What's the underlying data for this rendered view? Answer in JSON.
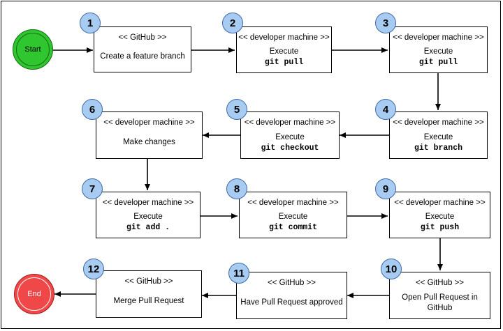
{
  "start": {
    "label": "Start",
    "color": "#2fc62f"
  },
  "end": {
    "label": "End",
    "color": "#f04848"
  },
  "badge_color": "#a8cbf2",
  "steps": [
    {
      "num": "1",
      "stereo": "<< GitHub >>",
      "action": "Create a feature branch",
      "command": ""
    },
    {
      "num": "2",
      "stereo": "<< developer machine >>",
      "action": "Execute",
      "command": "git pull"
    },
    {
      "num": "3",
      "stereo": "<< developer machine >>",
      "action": "Execute",
      "command": "git pull"
    },
    {
      "num": "4",
      "stereo": "<< developer machine >>",
      "action": "Execute",
      "command": "git branch"
    },
    {
      "num": "5",
      "stereo": "<< developer machine >>",
      "action": "Execute",
      "command": "git checkout"
    },
    {
      "num": "6",
      "stereo": "<< developer machine >>",
      "action": "Make changes",
      "command": ""
    },
    {
      "num": "7",
      "stereo": "<< developer machine >>",
      "action": "Execute",
      "command": "git add ."
    },
    {
      "num": "8",
      "stereo": "<< developer machine >>",
      "action": "Execute",
      "command": "git commit"
    },
    {
      "num": "9",
      "stereo": "<< developer machine >>",
      "action": "Execute",
      "command": "git push"
    },
    {
      "num": "10",
      "stereo": "<< GitHub >>",
      "action": "Open Pull Request in GitHub",
      "command": ""
    },
    {
      "num": "11",
      "stereo": "<< GitHub >>",
      "action": "Have Pull Request approved",
      "command": ""
    },
    {
      "num": "12",
      "stereo": "<< GitHub >>",
      "action": "Merge Pull Request",
      "command": ""
    }
  ]
}
